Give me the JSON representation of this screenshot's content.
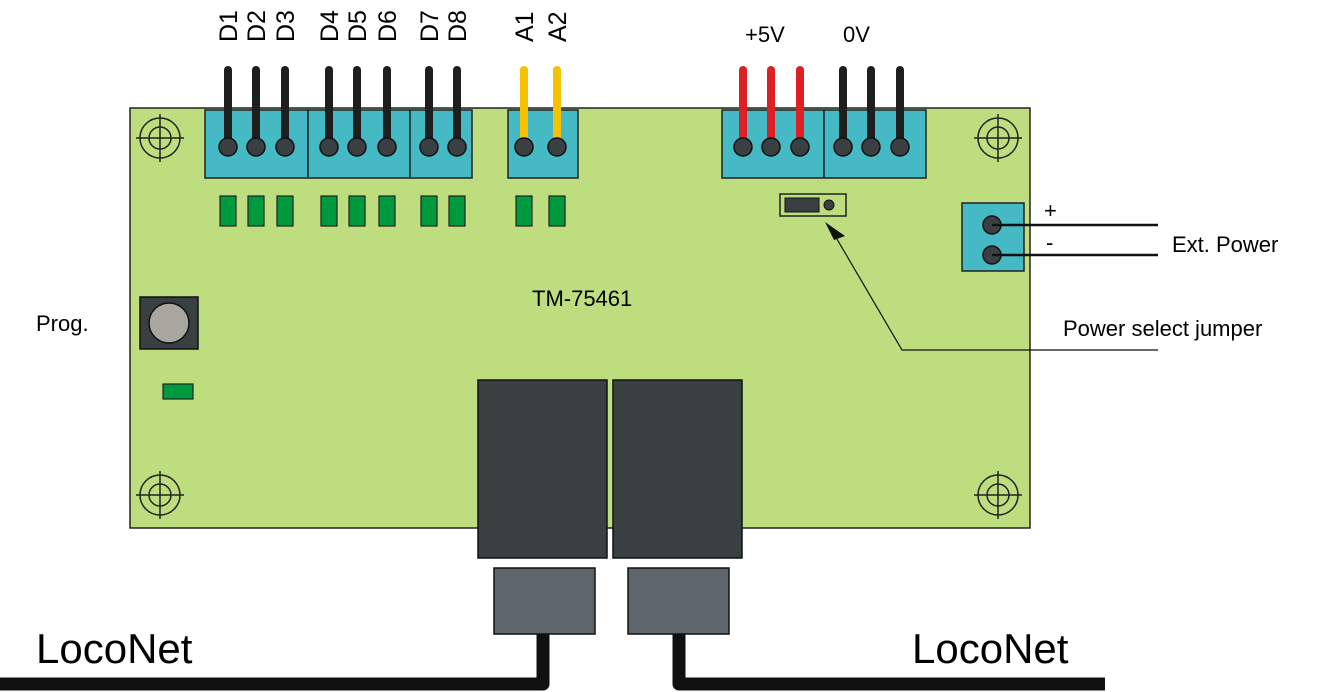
{
  "board": {
    "model": "TM-75461",
    "colors": {
      "pcb": "#bedd7f",
      "terminal": "#45b9c4",
      "led": "#009a3e",
      "connector": "#3a3f42",
      "plug": "#5e666b",
      "wire_signal": "#1e1e1e",
      "wire_analog": "#f5c100",
      "wire_power": "#dd1f26"
    }
  },
  "terminals": {
    "digital": [
      "D1",
      "D2",
      "D3",
      "D4",
      "D5",
      "D6",
      "D7",
      "D8"
    ],
    "analog": [
      "A1",
      "A2"
    ],
    "plus5v": "+5V",
    "zero_v": "0V"
  },
  "labels": {
    "prog": "Prog.",
    "ext_power": "Ext. Power",
    "plus": "+",
    "minus": "-",
    "power_select_jumper": "Power select jumper",
    "loconet_left": "LocoNet",
    "loconet_right": "LocoNet"
  }
}
